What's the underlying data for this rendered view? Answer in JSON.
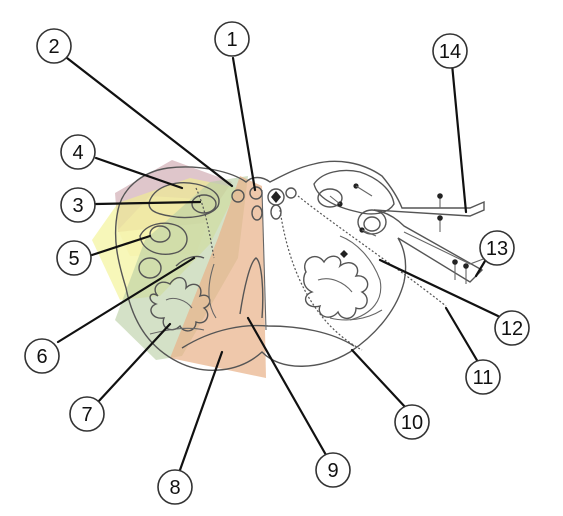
{
  "diagram": {
    "labels": [
      "1",
      "2",
      "3",
      "4",
      "5",
      "6",
      "7",
      "8",
      "9",
      "10",
      "11",
      "12",
      "13",
      "14"
    ],
    "region_colors": {
      "pink": "#c9a0a8",
      "yellow": "#f2f28a",
      "light_yellow": "#f5f2a8",
      "green": "#b9cfa4",
      "orange": "#e9b38b",
      "outline": "#555555"
    }
  }
}
